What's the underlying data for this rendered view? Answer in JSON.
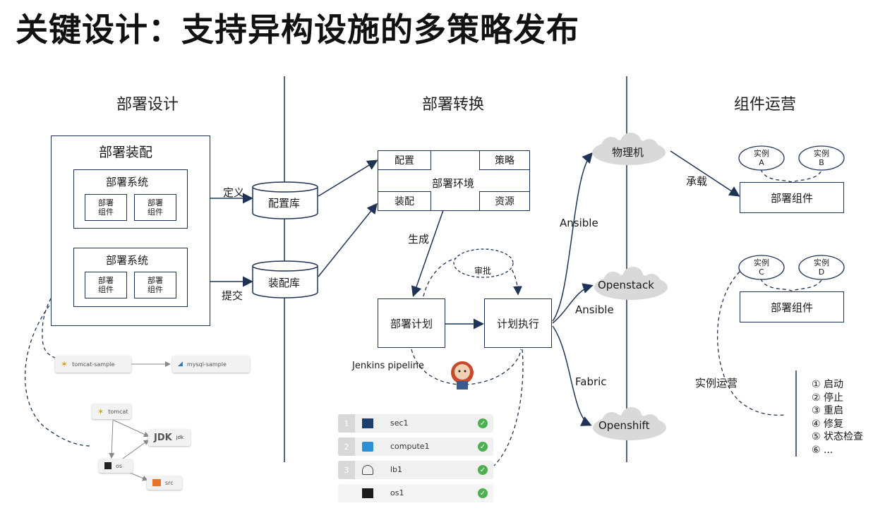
{
  "title": "关键设计：支持异构设施的多策略发布",
  "sections": {
    "design": "部署设计",
    "transform": "部署转换",
    "ops": "组件运营"
  },
  "design": {
    "assembly": "部署装配",
    "system1": "部署系统",
    "system2": "部署系统",
    "component": "部署\n组件",
    "define": "定义",
    "submit": "提交",
    "tags": {
      "tomcat": "tomcat-sample",
      "mysql": "mysql-sample"
    },
    "graph": {
      "tomcat": "tomcat",
      "jdk": "JDK",
      "jdk_small": "jdk",
      "os": "os",
      "src": "src"
    }
  },
  "transform": {
    "config_db": "配置库",
    "assembly_db": "装配库",
    "env": "部署环境",
    "env_cells": {
      "config": "配置",
      "policy": "策略",
      "assembly": "装配",
      "resource": "资源"
    },
    "generate": "生成",
    "approve": "审批",
    "plan": "部署计划",
    "execute": "计划执行",
    "jenkins": "Jenkins pipeline",
    "rows": [
      {
        "num": "1",
        "name": "sec1"
      },
      {
        "num": "2",
        "name": "compute1"
      },
      {
        "num": "3",
        "name": "lb1"
      },
      {
        "num": "",
        "name": "os1"
      }
    ]
  },
  "targets": {
    "physical": "物理机",
    "openstack": "Openstack",
    "openshift": "Openshift",
    "ansible1": "Ansible",
    "ansible2": "Ansible",
    "fabric": "Fabric"
  },
  "ops": {
    "carry": "承载",
    "inst_a": "实例\nA",
    "inst_b": "实例\nB",
    "inst_c": "实例\nC",
    "inst_d": "实例\nD",
    "component1": "部署组件",
    "component2": "部署组件",
    "instance_ops": "实例运营",
    "actions": [
      "① 启动",
      "② 停止",
      "③ 重启",
      "④ 修复",
      "⑤ 状态检查",
      "⑥ ..."
    ]
  },
  "colors": {
    "line": "#1f3354",
    "cloud": "#d9d9d9",
    "ok": "#4caf50"
  }
}
